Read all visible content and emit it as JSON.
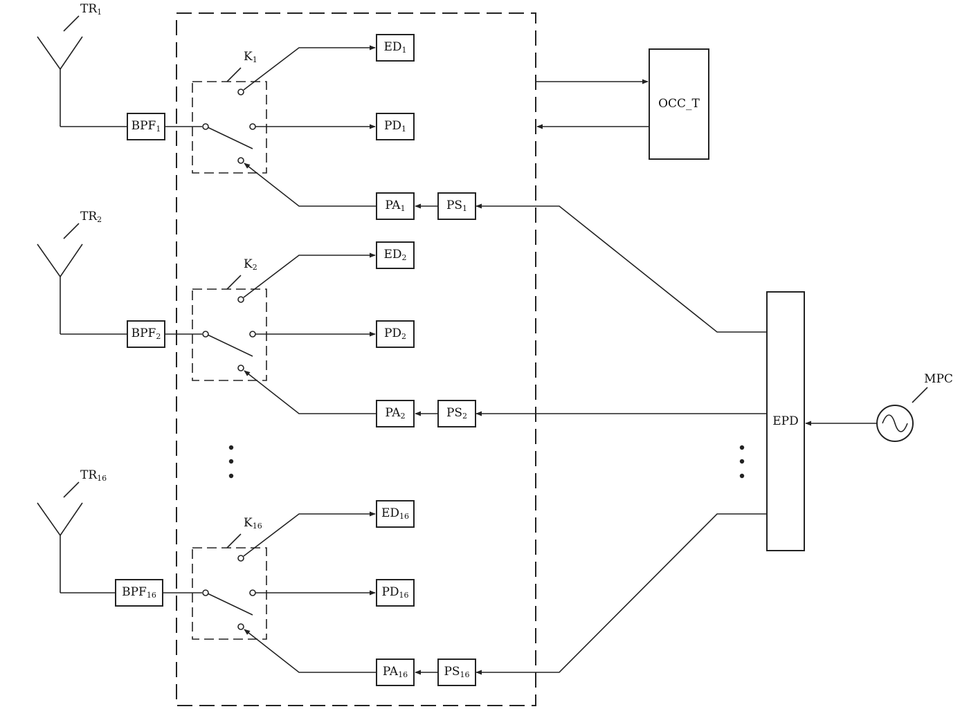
{
  "blocks": {
    "occ": "OCC_T",
    "epd": "EPD",
    "mpc": "MPC"
  },
  "channels": [
    {
      "antenna": {
        "base": "TR",
        "sub": "1"
      },
      "bpf": {
        "base": "BPF",
        "sub": "1"
      },
      "switch": {
        "base": "K",
        "sub": "1"
      },
      "ed": {
        "base": "ED",
        "sub": "1"
      },
      "pd": {
        "base": "PD",
        "sub": "1"
      },
      "pa": {
        "base": "PA",
        "sub": "1"
      },
      "ps": {
        "base": "PS",
        "sub": "1"
      }
    },
    {
      "antenna": {
        "base": "TR",
        "sub": "2"
      },
      "bpf": {
        "base": "BPF",
        "sub": "2"
      },
      "switch": {
        "base": "K",
        "sub": "2"
      },
      "ed": {
        "base": "ED",
        "sub": "2"
      },
      "pd": {
        "base": "PD",
        "sub": "2"
      },
      "pa": {
        "base": "PA",
        "sub": "2"
      },
      "ps": {
        "base": "PS",
        "sub": "2"
      }
    },
    {
      "antenna": {
        "base": "TR",
        "sub": "16"
      },
      "bpf": {
        "base": "BPF",
        "sub": "16"
      },
      "switch": {
        "base": "K",
        "sub": "16"
      },
      "ed": {
        "base": "ED",
        "sub": "16"
      },
      "pd": {
        "base": "PD",
        "sub": "16"
      },
      "pa": {
        "base": "PA",
        "sub": "16"
      },
      "ps": {
        "base": "PS",
        "sub": "16"
      }
    }
  ]
}
